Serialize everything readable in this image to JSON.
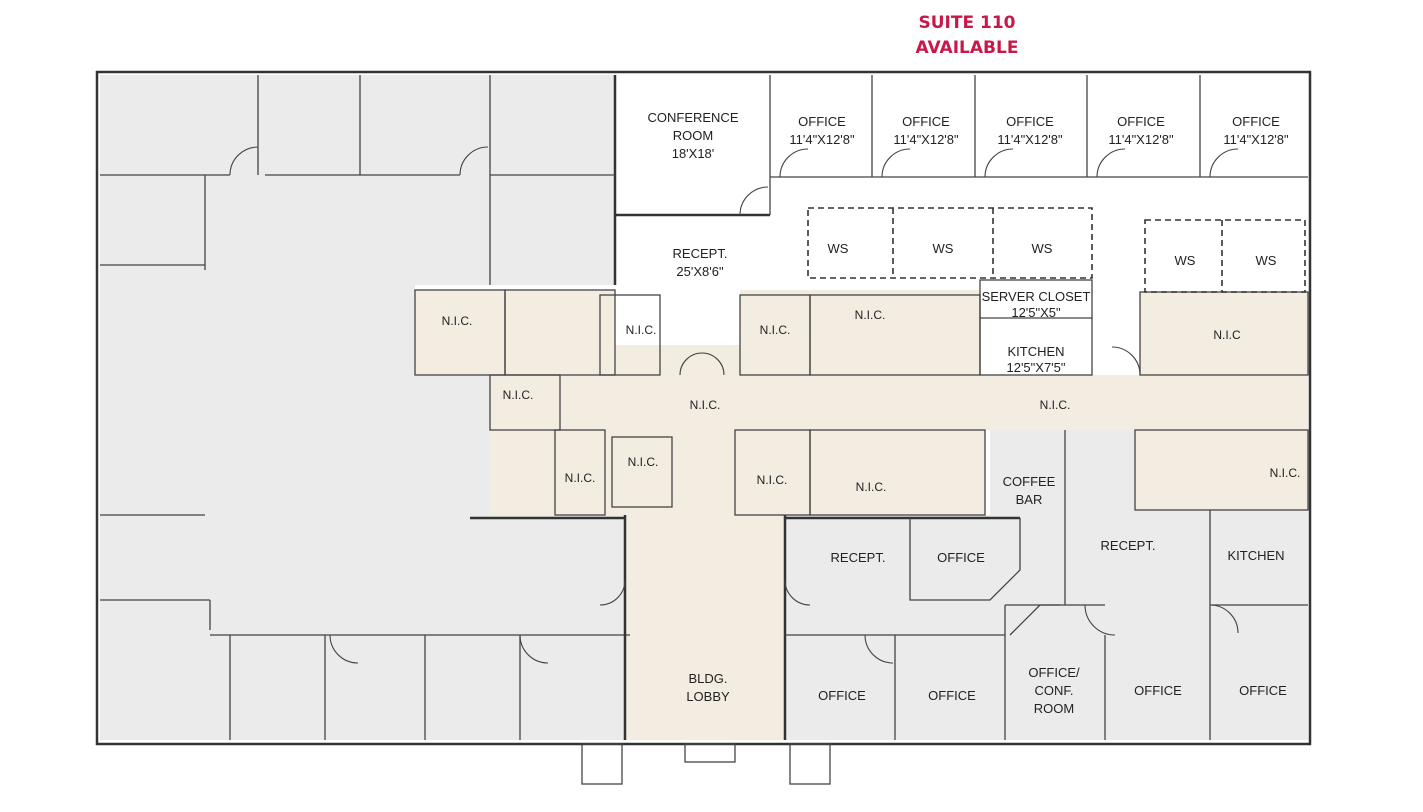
{
  "header": {
    "suite": "SUITE 110",
    "status": "AVAILABLE"
  },
  "colors": {
    "title": "#c8184a",
    "other_tenant": "#ebebeb",
    "nic": "#f2ece1",
    "available": "#ffffff"
  },
  "suite110": {
    "conference": [
      "CONFERENCE",
      "ROOM",
      "18'X18'"
    ],
    "offices": [
      {
        "label": "OFFICE",
        "size": "11'4\"X12'8\""
      },
      {
        "label": "OFFICE",
        "size": "11'4\"X12'8\""
      },
      {
        "label": "OFFICE",
        "size": "11'4\"X12'8\""
      },
      {
        "label": "OFFICE",
        "size": "11'4\"X12'8\""
      },
      {
        "label": "OFFICE",
        "size": "11'4\"X12'8\""
      }
    ],
    "reception": [
      "RECEPT.",
      "25'X8'6\""
    ],
    "workstations": [
      "WS",
      "WS",
      "WS",
      "WS",
      "WS"
    ],
    "server_closet": [
      "SERVER CLOSET",
      "12'5\"X5\""
    ],
    "kitchen": [
      "KITCHEN",
      "12'5\"X7'5\""
    ]
  },
  "nic_labels": [
    "N.I.C.",
    "N.I.C.",
    "N.I.C.",
    "N.I.C.",
    "N.I.C",
    "N.I.C.",
    "N.I.C.",
    "N.I.C.",
    "N.I.C.",
    "N.I.C.",
    "N.I.C.",
    "N.I.C.",
    "N.I.C."
  ],
  "other_rooms": {
    "coffee_bar": [
      "COFFEE",
      "BAR"
    ],
    "recept_1": "RECEPT.",
    "office_a": "OFFICE",
    "recept_2": "RECEPT.",
    "kitchen": "KITCHEN",
    "lobby": [
      "BLDG.",
      "LOBBY"
    ],
    "office_b": "OFFICE",
    "office_c": "OFFICE",
    "office_conf": [
      "OFFICE/",
      "CONF.",
      "ROOM"
    ],
    "office_d": "OFFICE",
    "office_e": "OFFICE"
  }
}
